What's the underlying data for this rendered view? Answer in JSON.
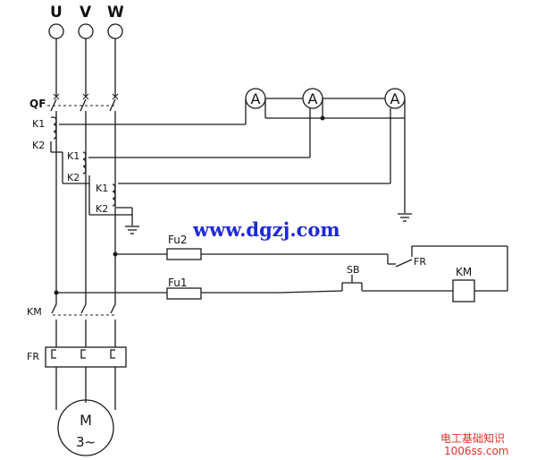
{
  "phases": {
    "u": "U",
    "v": "V",
    "w": "W"
  },
  "breaker": {
    "label": "QF"
  },
  "ct_labels": {
    "k1_a": "K1",
    "k2_a": "K2",
    "k1_b": "K1",
    "k2_b": "K2",
    "k1_c": "K1",
    "k2_c": "K2"
  },
  "ammeter_symbol": "A",
  "fuses": {
    "fu2": "Fu2",
    "fu1": "Fu1"
  },
  "components": {
    "button_sb": "SB",
    "relay_fr": "FR",
    "contactor_coil": "KM",
    "contactor_main": "KM",
    "overload_fr": "FR"
  },
  "motor": {
    "letter": "M",
    "phase": "3~"
  },
  "watermark": {
    "site": "www.dgzj.com",
    "cn": "电工基础知识",
    "url": "1006ss.com"
  }
}
